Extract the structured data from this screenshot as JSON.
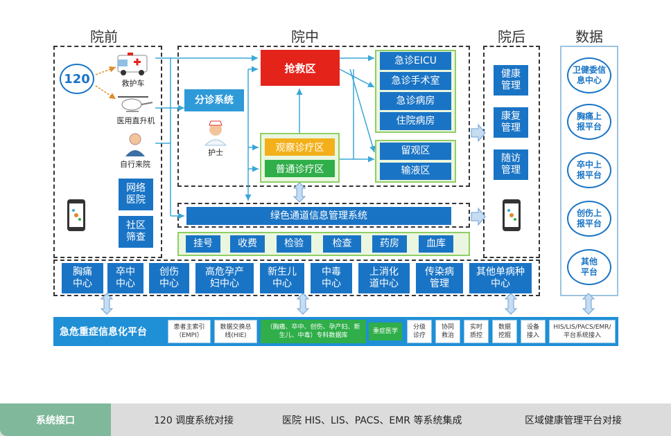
{
  "columns": {
    "pre": "院前",
    "mid": "院中",
    "post": "院后",
    "data": "数据"
  },
  "prehospital": {
    "dispatch": "120",
    "ambulance": "救护车",
    "helicopter": "医用直升机",
    "walkin": "自行来院",
    "network_hospital": "网络医院",
    "community_screen": "社区筛查"
  },
  "inhospital": {
    "triage": "分诊系统",
    "nurse": "护士",
    "rescue": "抢救区",
    "observe_clinic": "观察诊疗区",
    "general_clinic": "普通诊疗区",
    "icu": "急诊EICU",
    "operating": "急诊手术室",
    "ward": "急诊病房",
    "inpatient": "住院病房",
    "observation": "留观区",
    "infusion": "输液区",
    "green_channel": "绿色通道信息管理系统",
    "services": [
      "挂号",
      "收费",
      "检验",
      "检查",
      "药房",
      "血库"
    ]
  },
  "posthospital": {
    "items": [
      "健康管理",
      "康复管理",
      "随访管理"
    ]
  },
  "data_col": {
    "items": [
      "卫健委信息中心",
      "胸痛上报平台",
      "卒中上报平台",
      "创伤上报平台",
      "其他平台"
    ]
  },
  "centers": [
    "胸痛中心",
    "卒中中心",
    "创伤中心",
    "高危孕产妇中心",
    "新生儿中心",
    "中毒中心",
    "上消化道中心",
    "传染病管理",
    "其他单病种中心"
  ],
  "platform": {
    "title": "急危重症信息化平台",
    "cells": [
      "患者主索引（EMPI）",
      "数据交换总线(HIE)",
      "（胸痛、卒中、创伤、孕产妇、新生儿、中毒）专科数据库",
      "重症医学",
      "分级诊疗",
      "协同救治",
      "实时质控",
      "数据挖掘",
      "设备接入",
      "HIS/LIS/PACS/EMR/平台系统接入"
    ]
  },
  "bottom": {
    "tag": "系统接口",
    "items": [
      "120 调度系统对接",
      "医院 HIS、LIS、PACS、EMR 等系统集成",
      "区域健康管理平台对接"
    ]
  },
  "colors": {
    "primary_blue": "#1a74c5",
    "green": "#2fae49",
    "red": "#e4231b",
    "yellow": "#f3b01b"
  }
}
